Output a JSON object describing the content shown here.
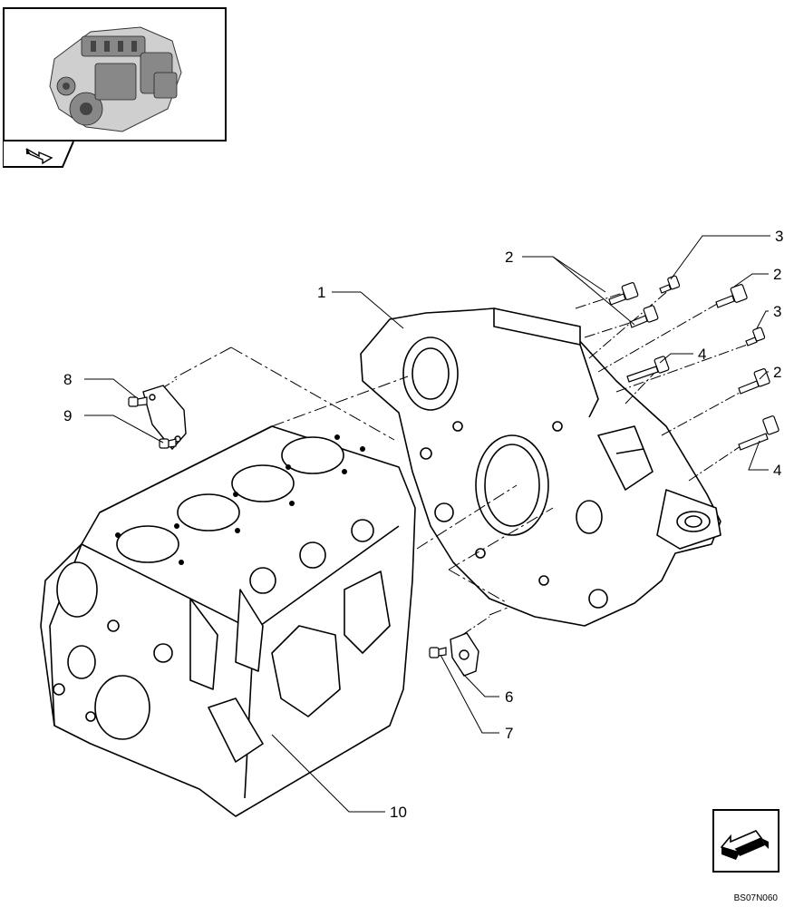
{
  "diagram": {
    "callouts": [
      "1",
      "2",
      "2",
      "2",
      "3",
      "3",
      "4",
      "4",
      "6",
      "7",
      "8",
      "9",
      "10"
    ]
  },
  "thumbnail": {
    "icon": "engine-thumbnail-icon",
    "nav_icon": "return-arrow-icon"
  },
  "footer": {
    "reference": "BS07N060",
    "nav_icon": "next-page-arrow-icon"
  }
}
